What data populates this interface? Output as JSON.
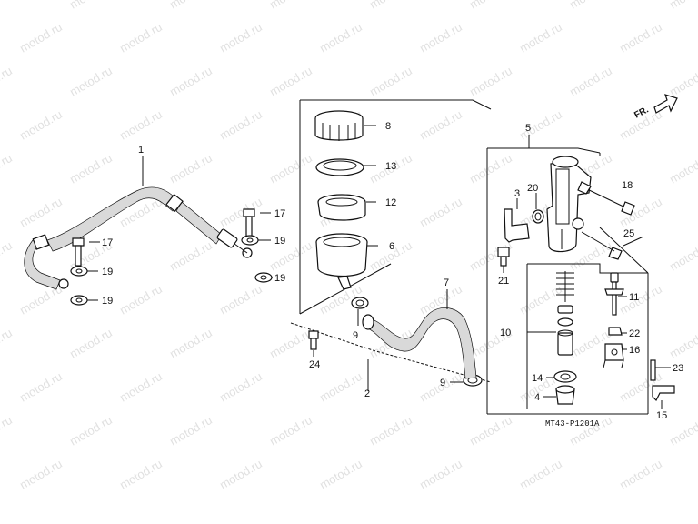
{
  "watermark": {
    "text": "motod.ru"
  },
  "diagram_code": "MT43-P1201A",
  "direction_label": "FR.",
  "callouts": [
    "1",
    "2",
    "3",
    "4",
    "5",
    "6",
    "7",
    "8",
    "9",
    "9",
    "10",
    "11",
    "12",
    "13",
    "14",
    "15",
    "16",
    "17",
    "17",
    "18",
    "19",
    "19",
    "19",
    "19",
    "20",
    "21",
    "22",
    "23",
    "24",
    "25"
  ]
}
